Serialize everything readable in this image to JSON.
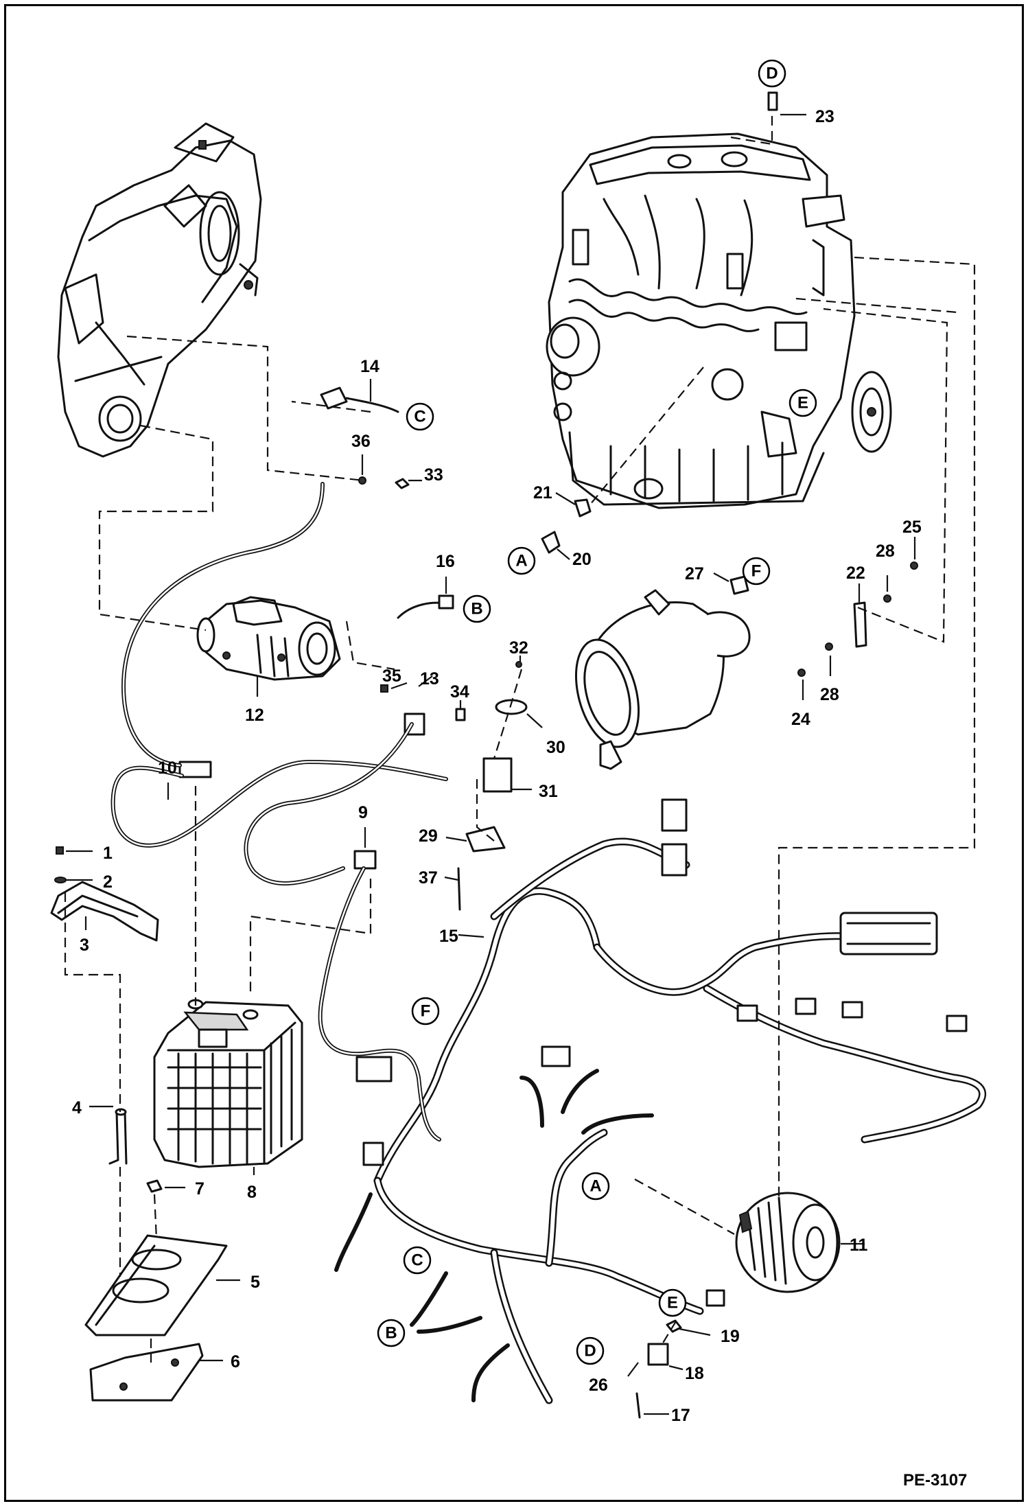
{
  "drawing_code": "PE-3107",
  "components": [
    {
      "id": "flywheel-housing"
    },
    {
      "id": "engine"
    },
    {
      "id": "air-cleaner"
    },
    {
      "id": "wiring-harness"
    },
    {
      "id": "battery"
    },
    {
      "id": "starter"
    },
    {
      "id": "alternator"
    },
    {
      "id": "battery-tray"
    }
  ],
  "callouts": [
    {
      "num": "1"
    },
    {
      "num": "2"
    },
    {
      "num": "3"
    },
    {
      "num": "4"
    },
    {
      "num": "5"
    },
    {
      "num": "6"
    },
    {
      "num": "7"
    },
    {
      "num": "8"
    },
    {
      "num": "9"
    },
    {
      "num": "10"
    },
    {
      "num": "11"
    },
    {
      "num": "12"
    },
    {
      "num": "13"
    },
    {
      "num": "14"
    },
    {
      "num": "15"
    },
    {
      "num": "16"
    },
    {
      "num": "17"
    },
    {
      "num": "18"
    },
    {
      "num": "19"
    },
    {
      "num": "20"
    },
    {
      "num": "21"
    },
    {
      "num": "22"
    },
    {
      "num": "23"
    },
    {
      "num": "24"
    },
    {
      "num": "25"
    },
    {
      "num": "26"
    },
    {
      "num": "27"
    },
    {
      "num": "28"
    },
    {
      "num": "28"
    },
    {
      "num": "29"
    },
    {
      "num": "30"
    },
    {
      "num": "31"
    },
    {
      "num": "32"
    },
    {
      "num": "33"
    },
    {
      "num": "34"
    },
    {
      "num": "35"
    },
    {
      "num": "36"
    },
    {
      "num": "37"
    }
  ],
  "references": [
    {
      "letter": "A"
    },
    {
      "letter": "A"
    },
    {
      "letter": "B"
    },
    {
      "letter": "B"
    },
    {
      "letter": "C"
    },
    {
      "letter": "C"
    },
    {
      "letter": "D"
    },
    {
      "letter": "D"
    },
    {
      "letter": "E"
    },
    {
      "letter": "E"
    },
    {
      "letter": "F"
    },
    {
      "letter": "F"
    }
  ]
}
